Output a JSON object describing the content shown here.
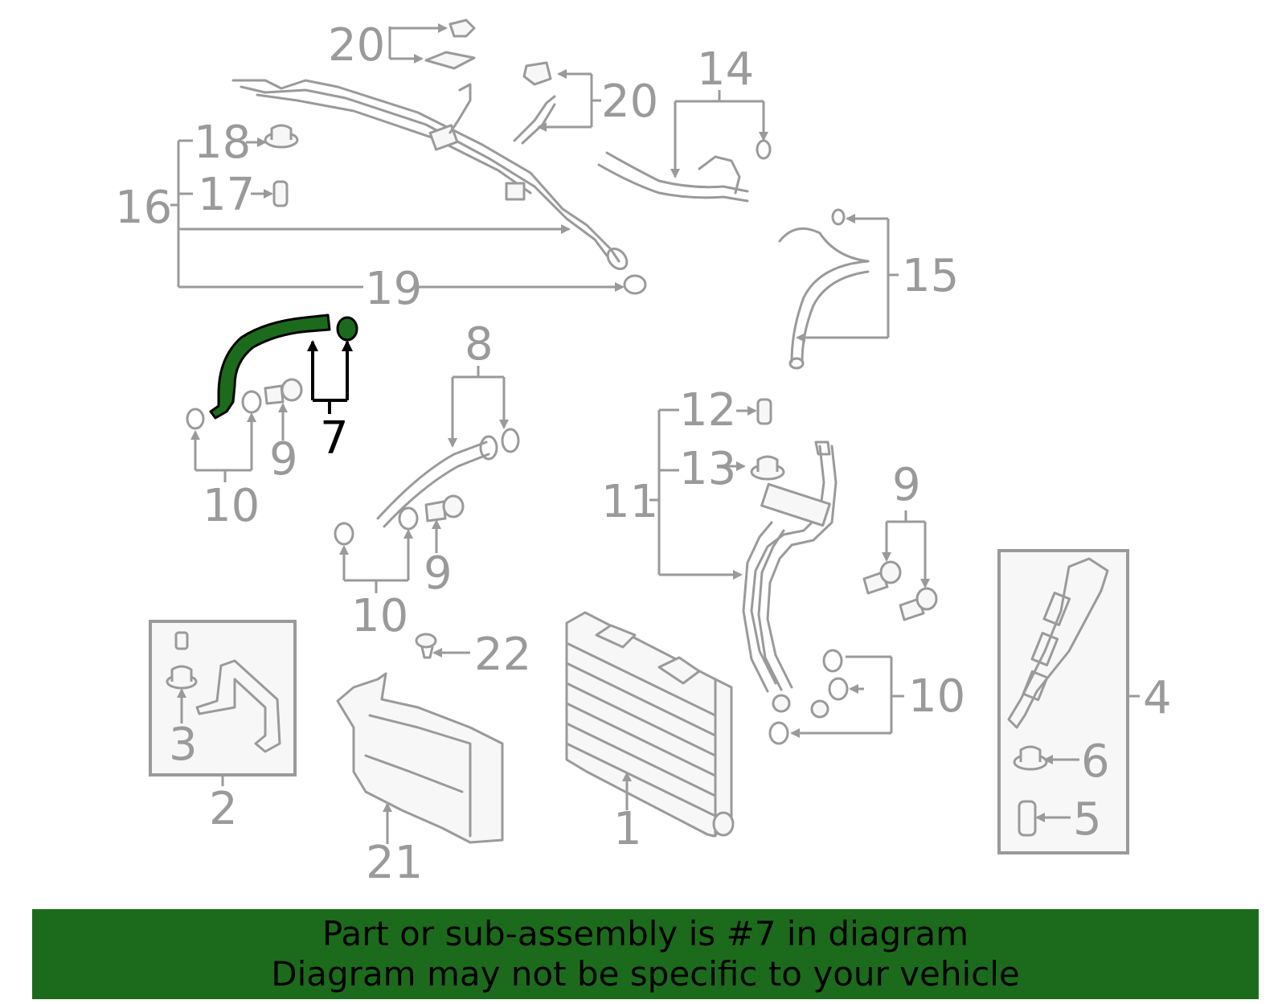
{
  "diagram": {
    "highlight_part": "7",
    "colors": {
      "line": "#9a9a9a",
      "highlight_fill": "#1c6b1c",
      "highlight_label": "#000000",
      "banner_bg": "#1c6b1c"
    },
    "callouts": {
      "c1": "1",
      "c2": "2",
      "c3": "3",
      "c4": "4",
      "c5": "5",
      "c6": "6",
      "c7": "7",
      "c8": "8",
      "c9a": "9",
      "c9b": "9",
      "c9c": "9",
      "c10a": "10",
      "c10b": "10",
      "c10c": "10",
      "c11": "11",
      "c12": "12",
      "c13": "13",
      "c14": "14",
      "c15": "15",
      "c16": "16",
      "c17": "17",
      "c18": "18",
      "c19": "19",
      "c20a": "20",
      "c20b": "20",
      "c21": "21",
      "c22": "22"
    }
  },
  "banner": {
    "line1": "Part or sub-assembly is #7 in diagram",
    "line2": "Diagram may not be specific to your vehicle"
  }
}
